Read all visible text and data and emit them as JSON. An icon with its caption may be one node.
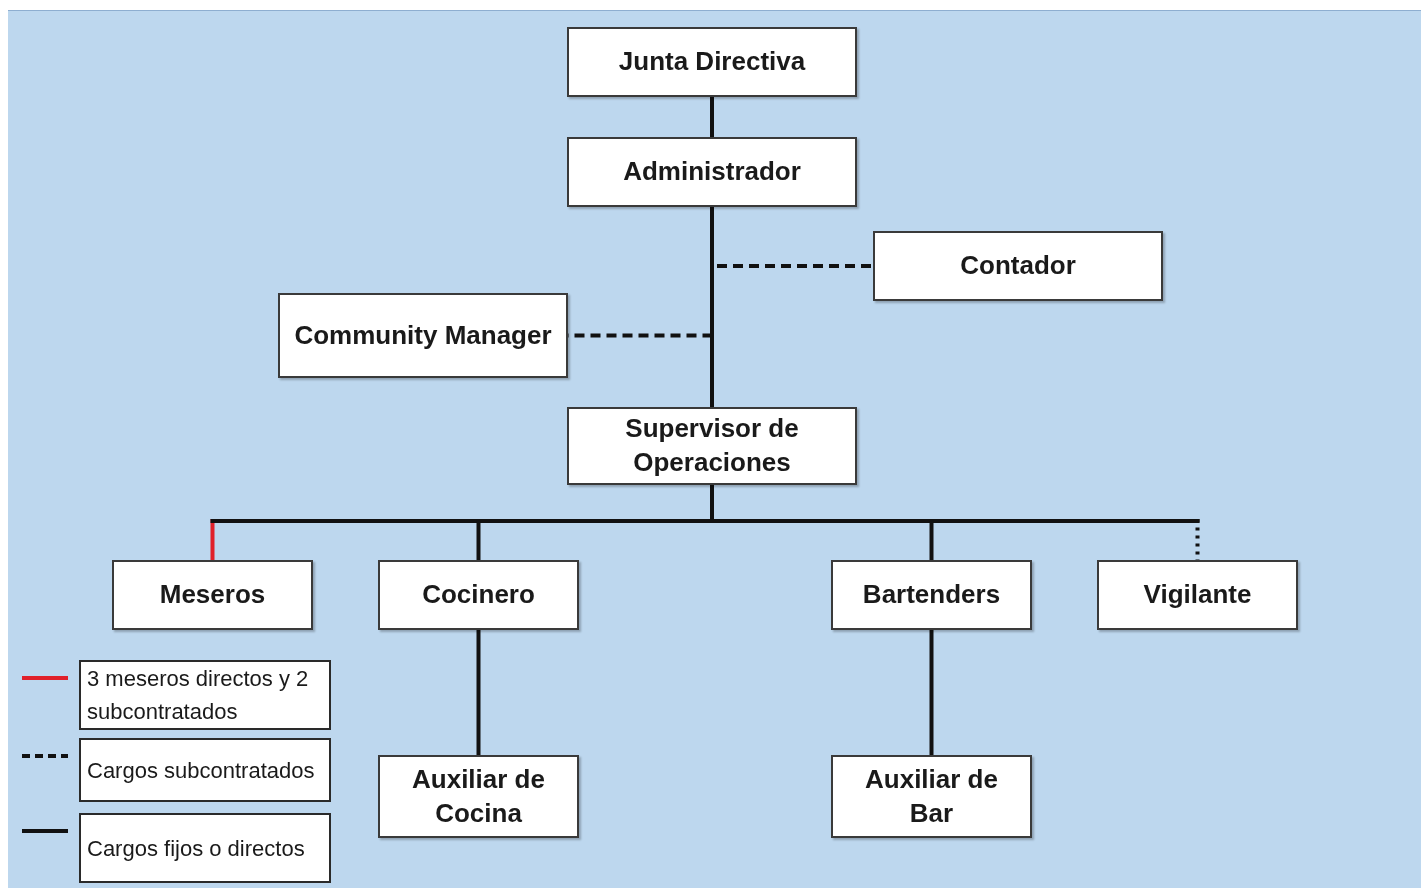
{
  "diagram": {
    "nodes": [
      {
        "text": [
          "Junta Directiva"
        ]
      },
      {
        "text": [
          "Administrador"
        ]
      },
      {
        "text": [
          "Contador"
        ]
      },
      {
        "text": [
          "Community Manager"
        ]
      },
      {
        "text": [
          "Supervisor de Operaciones"
        ]
      },
      {
        "text": [
          "Meseros"
        ]
      },
      {
        "text": [
          "Cocinero"
        ]
      },
      {
        "text": [
          "Bartenders"
        ]
      },
      {
        "text": [
          "Vigilante"
        ]
      },
      {
        "text": [
          "Auxiliar de Cocina"
        ]
      },
      {
        "text": [
          "Auxiliar de Bar"
        ]
      }
    ],
    "edges": [
      {
        "from": 0,
        "to": 1,
        "arrow": "none"
      },
      {
        "from": 1,
        "to": 4,
        "arrow": "none"
      },
      {
        "from": 1,
        "to": 2,
        "arrow": "none",
        "style": "dashed"
      },
      {
        "from": 1,
        "to": 3,
        "arrow": "none",
        "style": "dashed"
      },
      {
        "from": 4,
        "to": 5,
        "arrow": "none",
        "color": "#e0202a"
      },
      {
        "from": 4,
        "to": 6,
        "arrow": "none"
      },
      {
        "from": 4,
        "to": 7,
        "arrow": "none"
      },
      {
        "from": 4,
        "to": 8,
        "arrow": "none",
        "style": "dashed"
      },
      {
        "from": 6,
        "to": 9,
        "arrow": "none"
      },
      {
        "from": 7,
        "to": 10,
        "arrow": "none"
      }
    ],
    "legend": [
      {
        "text": "3 meseros directos y 2 subcontratados"
      },
      {
        "text": "Cargos subcontratados"
      },
      {
        "text": "Cargos fijos o directos"
      }
    ]
  }
}
